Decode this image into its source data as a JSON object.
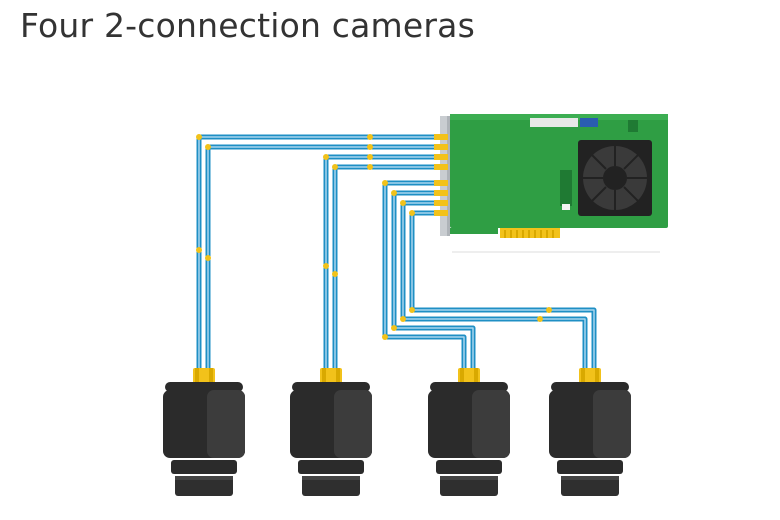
{
  "title": "Four 2-connection cameras",
  "colors": {
    "cable_outer": "#1f8fc4",
    "cable_inner": "#a9d6ee",
    "connector": "#f2c21a",
    "board": "#2f9e44",
    "board_dark": "#1f7a33",
    "camera_body": "#2b2b2b",
    "camera_shade": "#3a3a3a",
    "bracket": "#c9cdd1"
  },
  "diagram": {
    "card": "frame-grabber-board",
    "cameras": [
      {
        "name": "camera-1",
        "connections": 2
      },
      {
        "name": "camera-2",
        "connections": 2
      },
      {
        "name": "camera-3",
        "connections": 2
      },
      {
        "name": "camera-4",
        "connections": 2
      }
    ]
  }
}
